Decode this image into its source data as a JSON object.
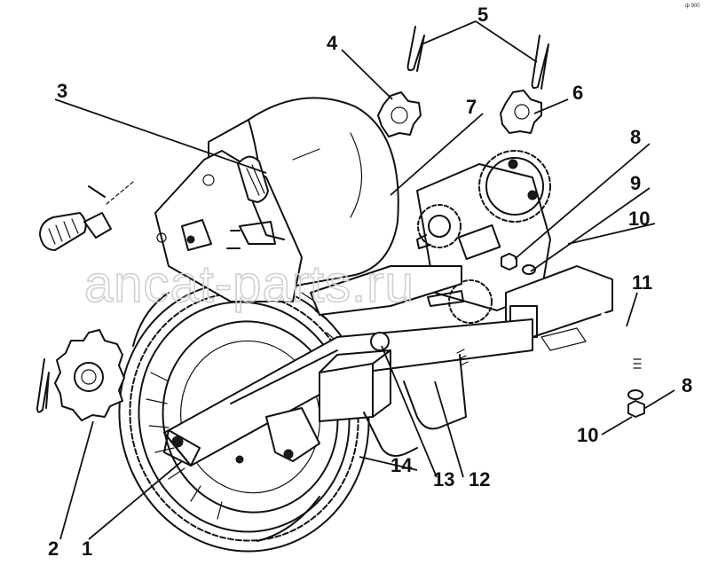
{
  "diagram": {
    "corner_mark": "ф 900",
    "watermark": "ancat-parts.ru",
    "labels": {
      "l1": "1",
      "l2": "2",
      "l3": "3",
      "l4": "4",
      "l5": "5",
      "l6": "6",
      "l7": "7",
      "l8a": "8",
      "l8b": "8",
      "l9": "9",
      "l10a": "10",
      "l10b": "10",
      "l11": "11",
      "l12": "12",
      "l13": "13",
      "l14": "14"
    }
  }
}
